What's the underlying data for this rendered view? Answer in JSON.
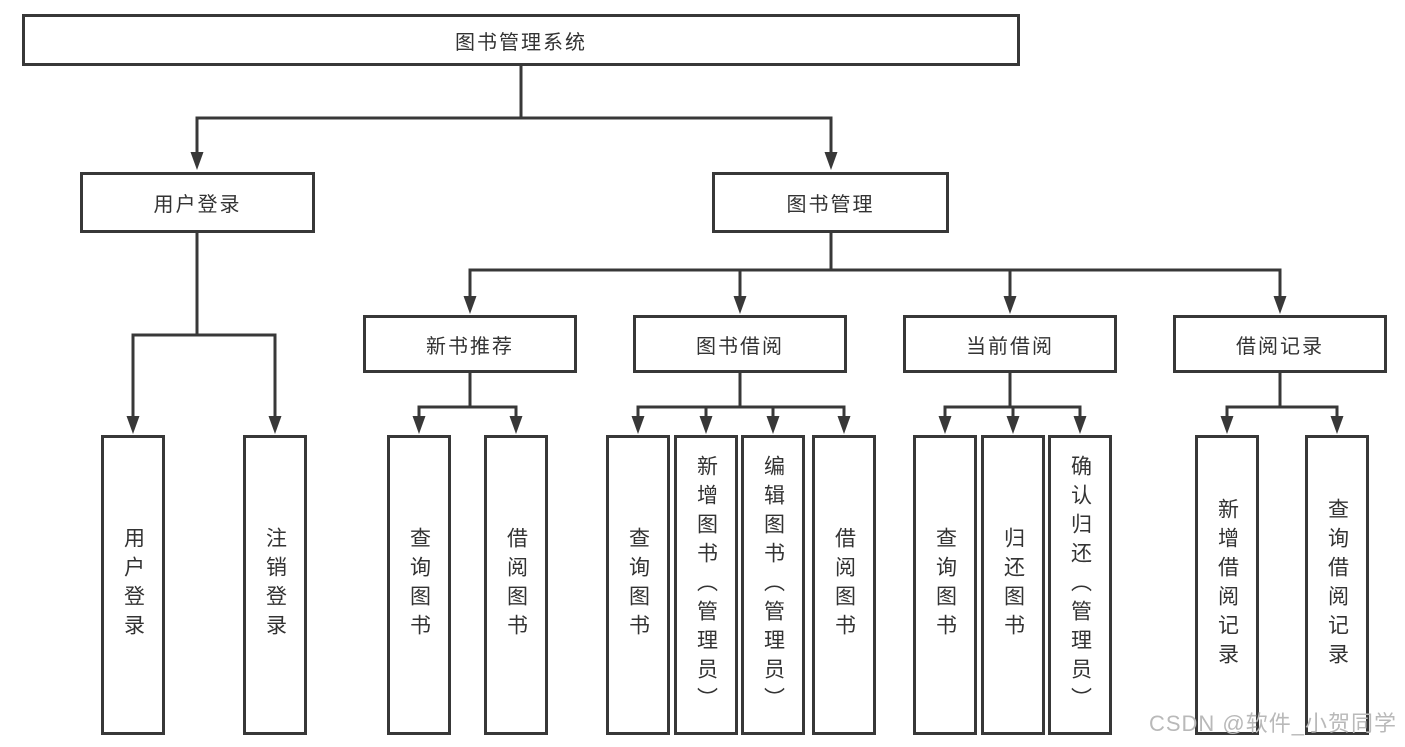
{
  "nodes": {
    "root": "图书管理系统",
    "l2": [
      "用户登录",
      "图书管理"
    ],
    "l3": [
      "新书推荐",
      "图书借阅",
      "当前借阅",
      "借阅记录"
    ],
    "leaves": [
      "用户登录",
      "注销登录",
      "查询图书",
      "借阅图书",
      "查询图书",
      "新增图书（管理员）",
      "编辑图书（管理员）",
      "借阅图书",
      "查询图书",
      "归还图书",
      "确认归还（管理员）",
      "新增借阅记录",
      "查询借阅记录"
    ]
  },
  "watermark": "CSDN @软件_小贺同学",
  "colors": {
    "line": "#383838",
    "text": "#333333",
    "background": "#ffffff",
    "watermark": "#b9b9b9"
  }
}
